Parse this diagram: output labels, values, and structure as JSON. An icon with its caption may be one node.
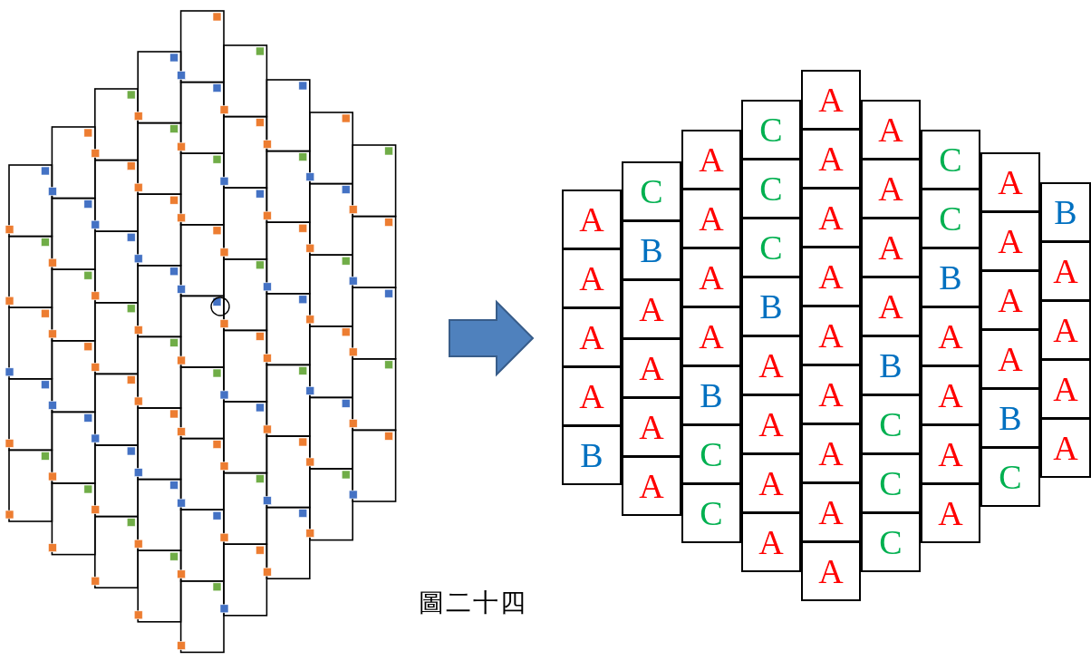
{
  "diagram": {
    "caption": "圖二十四",
    "nodes": [
      {
        "text": [],
        "shape": "picture"
      },
      {
        "text": [],
        "shape": "box"
      },
      {
        "text": [
          "A"
        ],
        "in": 1
      },
      {
        "text": [
          "A"
        ],
        "in": 1
      },
      {
        "text": [
          "A"
        ],
        "in": 1
      },
      {
        "text": [
          "A"
        ],
        "in": 1
      },
      {
        "text": [
          "B"
        ],
        "in": 1
      },
      {
        "text": [
          "C"
        ],
        "in": 1
      },
      {
        "text": [
          "B"
        ],
        "in": 1
      },
      {
        "text": [
          "A"
        ],
        "in": 1
      },
      {
        "text": [
          "A"
        ],
        "in": 1
      },
      {
        "text": [
          "A"
        ],
        "in": 1
      },
      {
        "text": [
          "A"
        ],
        "in": 1
      },
      {
        "text": [
          "A"
        ],
        "in": 1
      },
      {
        "text": [
          "A"
        ],
        "in": 1
      },
      {
        "text": [
          "A"
        ],
        "in": 1
      },
      {
        "text": [
          "A"
        ],
        "in": 1
      },
      {
        "text": [
          "B"
        ],
        "in": 1
      },
      {
        "text": [
          "C"
        ],
        "in": 1
      },
      {
        "text": [
          "C"
        ],
        "in": 1
      },
      {
        "text": [
          "C"
        ],
        "in": 1
      },
      {
        "text": [
          "C"
        ],
        "in": 1
      },
      {
        "text": [
          "C"
        ],
        "in": 1
      },
      {
        "text": [
          "B"
        ],
        "in": 1
      },
      {
        "text": [
          "A"
        ],
        "in": 1
      },
      {
        "text": [
          "A"
        ],
        "in": 1
      },
      {
        "text": [
          "A"
        ],
        "in": 1
      },
      {
        "text": [
          "A"
        ],
        "in": 1
      },
      {
        "text": [
          "A"
        ],
        "in": 1
      },
      {
        "text": [
          "A"
        ],
        "in": 1
      },
      {
        "text": [
          "A"
        ],
        "in": 1
      },
      {
        "text": [
          "A"
        ],
        "in": 1
      },
      {
        "text": [
          "A"
        ],
        "in": 1
      },
      {
        "text": [
          "A"
        ],
        "in": 1
      },
      {
        "text": [
          "A"
        ],
        "in": 1
      },
      {
        "text": [
          "A"
        ],
        "in": 1
      },
      {
        "text": [
          "A"
        ],
        "in": 1
      },
      {
        "text": [
          "A"
        ],
        "in": 1
      },
      {
        "text": [
          "A"
        ],
        "in": 1
      },
      {
        "text": [
          "A"
        ],
        "in": 1
      },
      {
        "text": [
          "A"
        ],
        "in": 1
      },
      {
        "text": [
          "B"
        ],
        "in": 1
      },
      {
        "text": [
          "C"
        ],
        "in": 1
      },
      {
        "text": [
          "C"
        ],
        "in": 1
      },
      {
        "text": [
          "C"
        ],
        "in": 1
      },
      {
        "text": [
          "C"
        ],
        "in": 1
      },
      {
        "text": [
          "C"
        ],
        "in": 1
      },
      {
        "text": [
          "B"
        ],
        "in": 1
      },
      {
        "text": [
          "A"
        ],
        "in": 1
      },
      {
        "text": [
          "A"
        ],
        "in": 1
      },
      {
        "text": [
          "A"
        ],
        "in": 1
      },
      {
        "text": [
          "A"
        ],
        "in": 1
      },
      {
        "text": [
          "A"
        ],
        "in": 1
      },
      {
        "text": [
          "A"
        ],
        "in": 1
      },
      {
        "text": [
          "A"
        ],
        "in": 1
      },
      {
        "text": [
          "A"
        ],
        "in": 1
      },
      {
        "text": [
          "B"
        ],
        "in": 1
      },
      {
        "text": [
          "C"
        ],
        "in": 1
      },
      {
        "text": [
          "B"
        ],
        "in": 1
      },
      {
        "text": [
          "A"
        ],
        "in": 1
      },
      {
        "text": [
          "A"
        ],
        "in": 1
      },
      {
        "text": [
          "A"
        ],
        "in": 1
      },
      {
        "text": [
          "A"
        ],
        "in": 1
      }
    ],
    "edges": [
      {
        "from": 0,
        "to": 1,
        "arrow": "to"
      }
    ]
  }
}
